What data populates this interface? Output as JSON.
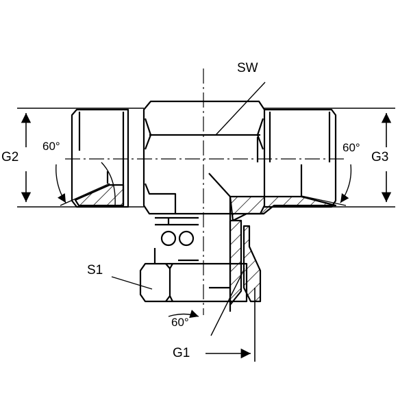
{
  "drawing": {
    "labels": {
      "sw": "SW",
      "g1": "G1",
      "g2": "G2",
      "g3": "G3",
      "s1": "S1",
      "angle_left": "60°",
      "angle_right": "60°",
      "angle_bottom": "60°"
    },
    "colors": {
      "line": "#000000",
      "background": "#ffffff"
    }
  }
}
